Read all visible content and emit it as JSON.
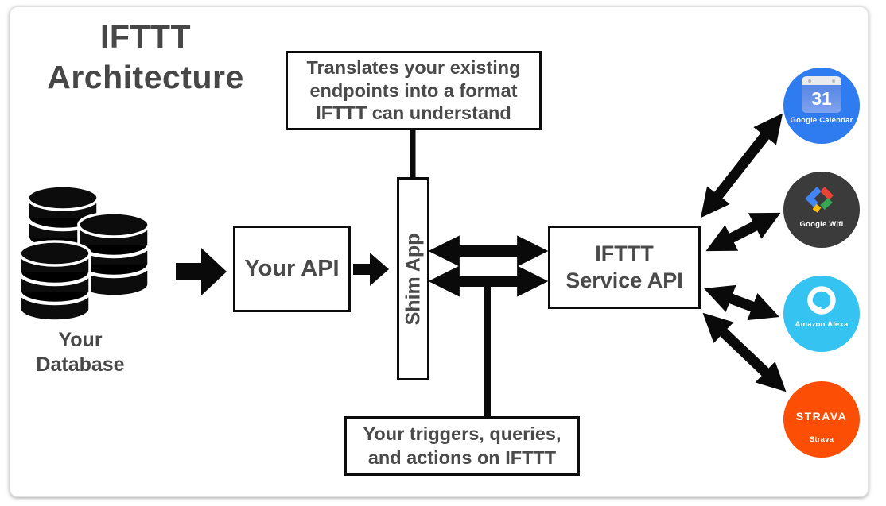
{
  "title": {
    "line1": "IFTTT",
    "line2": "Architecture"
  },
  "annotations": {
    "top": {
      "line1": "Translates your existing",
      "line2": "endpoints into a format",
      "line3": "IFTTT can understand"
    },
    "bottom": {
      "line1": "Your triggers, queries,",
      "line2": "and actions on IFTTT"
    }
  },
  "nodes": {
    "database": {
      "line1": "Your",
      "line2": "Database"
    },
    "your_api": {
      "label": "Your API"
    },
    "shim_app": {
      "label": "Shim App"
    },
    "service_api": {
      "line1": "IFTTT",
      "line2": "Service API"
    }
  },
  "services": [
    {
      "label": "Google Calendar",
      "badge": "31",
      "color": "#2e7cf0"
    },
    {
      "label": "Google Wifi",
      "color": "#3b3b3b"
    },
    {
      "label": "Amazon Alexa",
      "color": "#35c4f2"
    },
    {
      "wordmark": "STRAVA",
      "label": "Strava",
      "color": "#fc4e05"
    }
  ],
  "colors": {
    "text": "#474747",
    "line": "#0a0a0a",
    "canvas_bg": "#ffffff",
    "wifi_logo": [
      "#4285f4",
      "#ea4335",
      "#34a853",
      "#fbbc05"
    ]
  }
}
